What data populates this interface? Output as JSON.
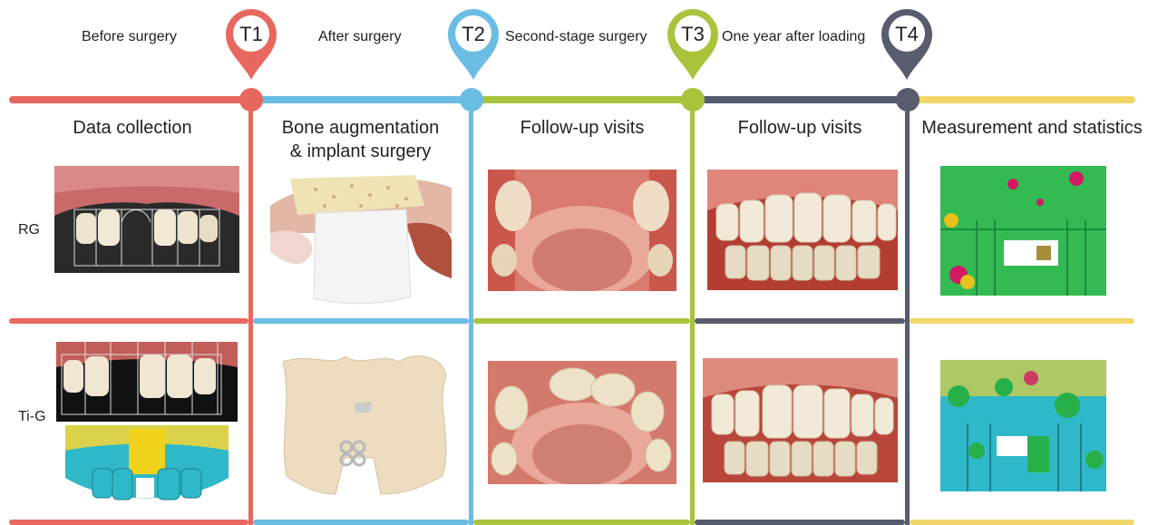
{
  "timeline": {
    "stages": [
      {
        "label": "Before surgery",
        "color": "#e8685f"
      },
      {
        "label": "After surgery",
        "color": "#6bbde3"
      },
      {
        "label": "Second-stage surgery",
        "color": "#a8c43c"
      },
      {
        "label": "One year after loading",
        "color": "#575c6e"
      },
      {
        "label": "",
        "color": "#f1d76a"
      }
    ],
    "markers": [
      {
        "id": "T1",
        "color": "#e8685f"
      },
      {
        "id": "T2",
        "color": "#6bbde3"
      },
      {
        "id": "T3",
        "color": "#a8c43c"
      },
      {
        "id": "T4",
        "color": "#575c6e"
      }
    ]
  },
  "columns": [
    {
      "title": "Data collection"
    },
    {
      "title_line1": "Bone augmentation",
      "title_line2": "& implant surgery"
    },
    {
      "title": "Follow-up visits"
    },
    {
      "title": "Follow-up visits"
    },
    {
      "title": "Measurement and statistics"
    }
  ],
  "rows": [
    {
      "label": "RG"
    },
    {
      "label": "Ti-G"
    }
  ]
}
